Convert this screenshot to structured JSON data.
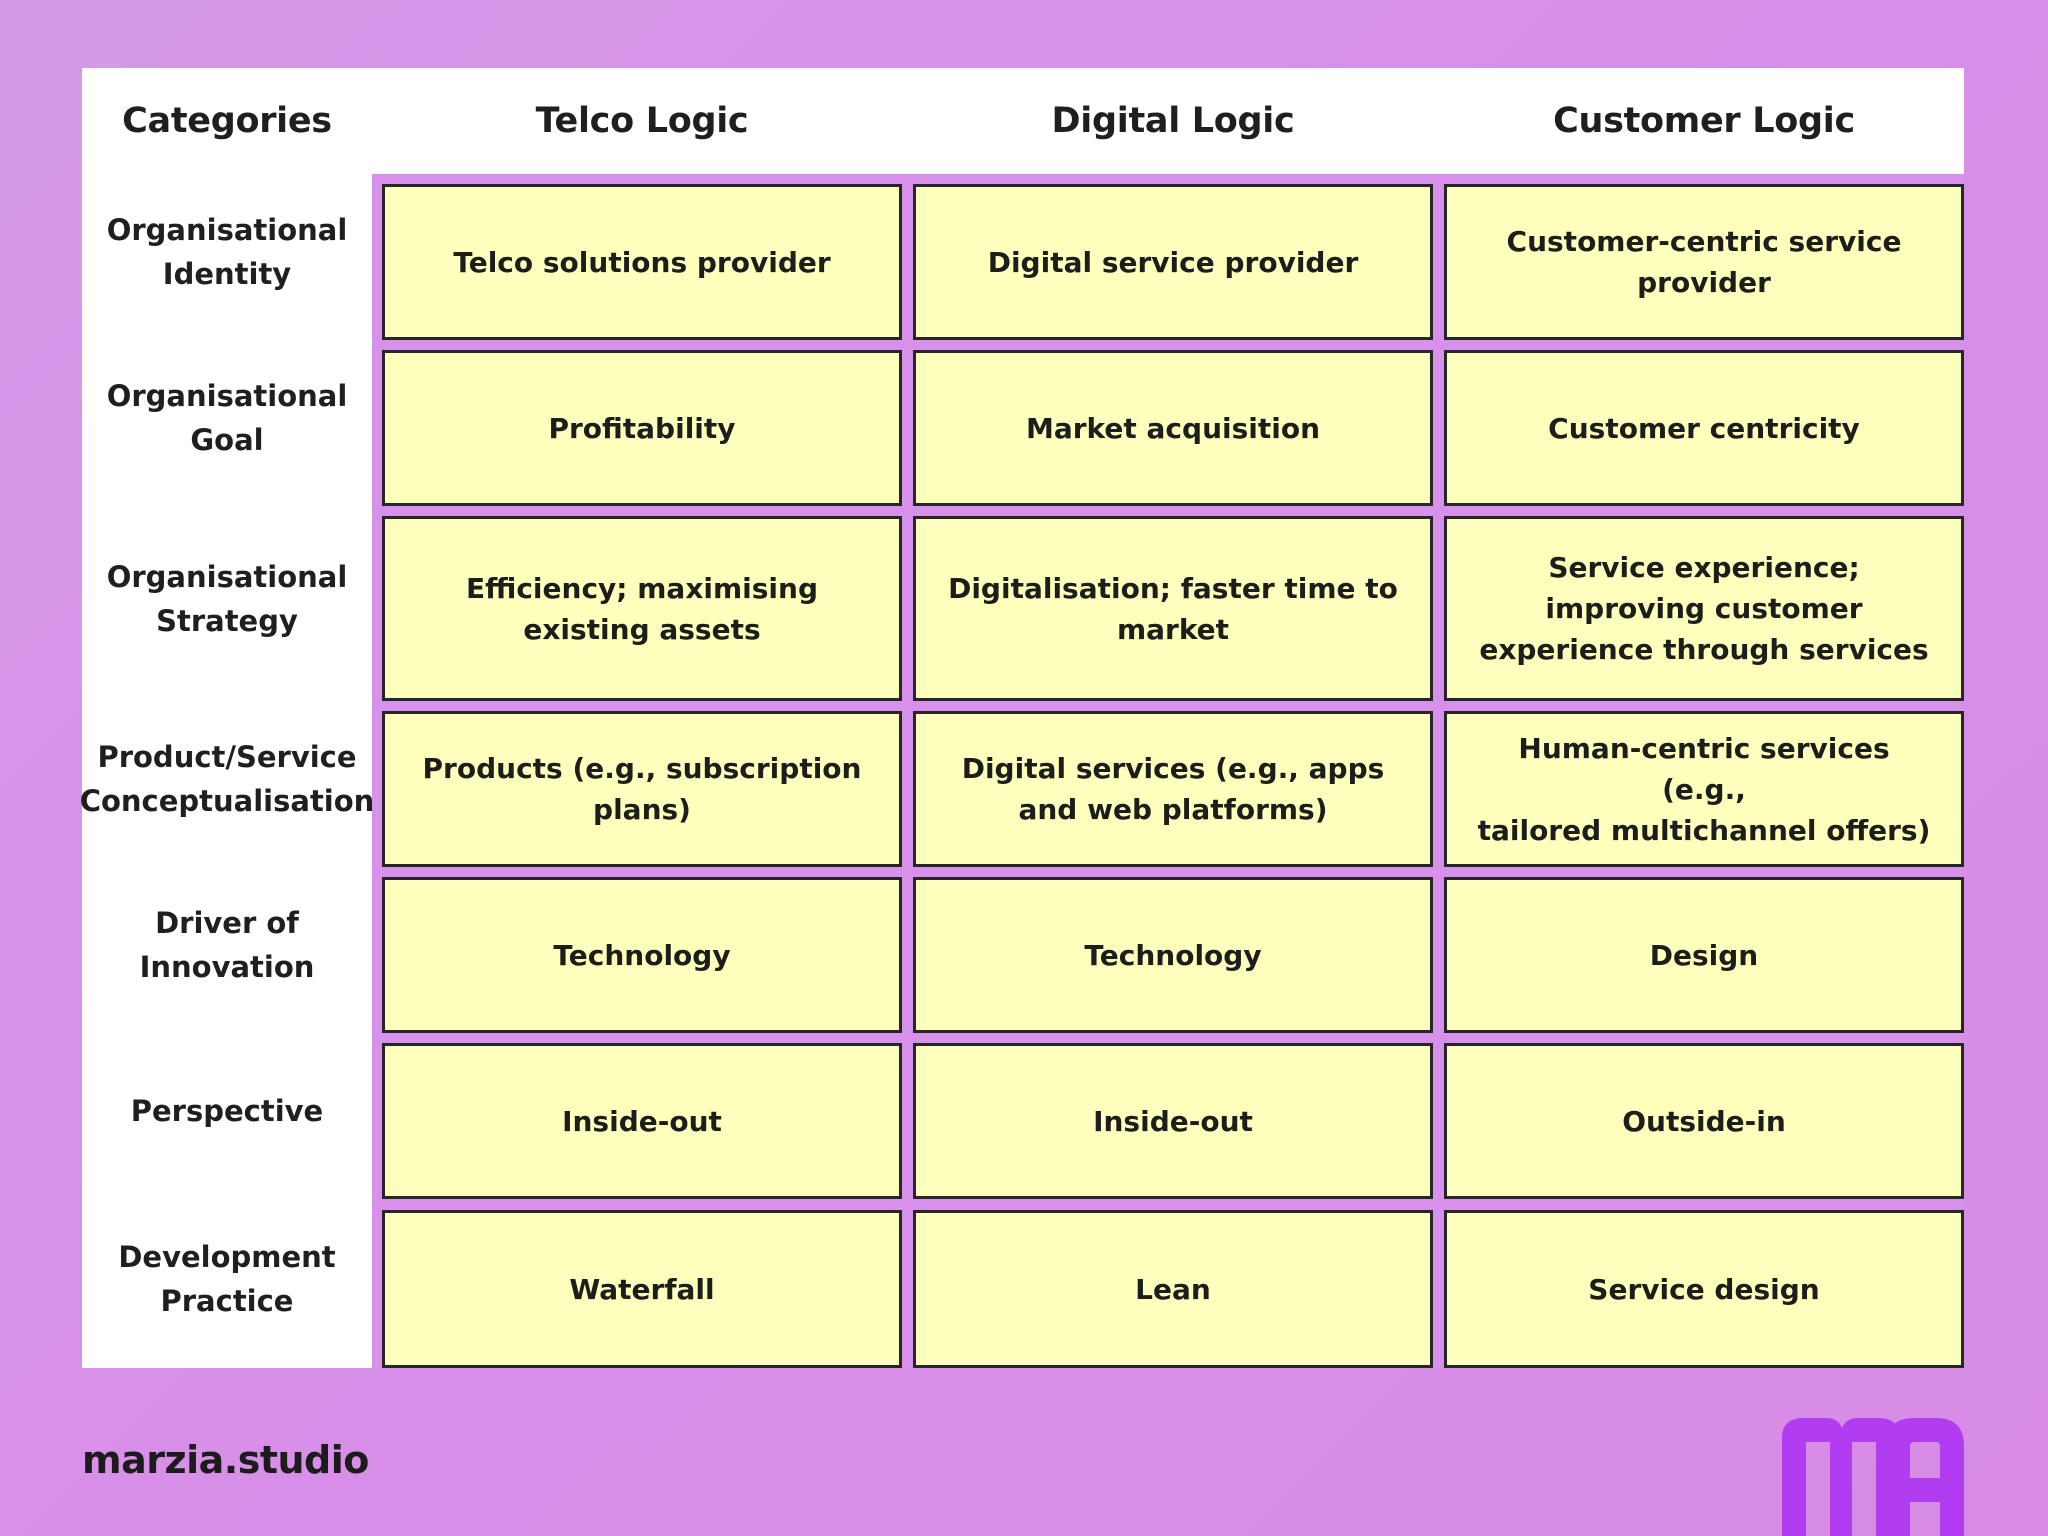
{
  "colors": {
    "background": "#d791ea",
    "cell_fill": "#ffffbd",
    "cell_border": "#262626",
    "logo": "#b23cf0",
    "text": "#1b1e1b"
  },
  "table": {
    "headers": {
      "categories": "Categories",
      "telco": "Telco Logic",
      "digital": "Digital Logic",
      "customer": "Customer Logic"
    },
    "rows": [
      {
        "category": [
          "Organisational",
          "Identity"
        ],
        "telco": [
          "Telco solutions provider"
        ],
        "digital": [
          "Digital service provider"
        ],
        "customer": [
          "Customer-centric service",
          "provider"
        ]
      },
      {
        "category": [
          "Organisational",
          "Goal"
        ],
        "telco": [
          "Profitability"
        ],
        "digital": [
          "Market acquisition"
        ],
        "customer": [
          "Customer centricity"
        ]
      },
      {
        "category": [
          "Organisational",
          "Strategy"
        ],
        "telco": [
          "Efficiency; maximising",
          "existing assets"
        ],
        "digital": [
          "Digitalisation; faster time to",
          "market"
        ],
        "customer": [
          "Service experience;",
          "improving customer",
          "experience through services"
        ]
      },
      {
        "category": [
          "Product/Service",
          "Conceptualisation"
        ],
        "telco": [
          "Products (e.g., subscription",
          "plans)"
        ],
        "digital": [
          "Digital services (e.g., apps",
          "and web platforms)"
        ],
        "customer": [
          "Human-centric services (e.g.,",
          "tailored multichannel offers)"
        ]
      },
      {
        "category": [
          "Driver of",
          "Innovation"
        ],
        "telco": [
          "Technology"
        ],
        "digital": [
          "Technology"
        ],
        "customer": [
          "Design"
        ]
      },
      {
        "category": [
          "Perspective"
        ],
        "telco": [
          "Inside-out"
        ],
        "digital": [
          "Inside-out"
        ],
        "customer": [
          "Outside-in"
        ]
      },
      {
        "category": [
          "Development",
          "Practice"
        ],
        "telco": [
          "Waterfall"
        ],
        "digital": [
          "Lean"
        ],
        "customer": [
          "Service design"
        ]
      }
    ]
  },
  "footer": {
    "brand": "marzia.studio",
    "logo_icon": "ma-monogram-logo"
  }
}
